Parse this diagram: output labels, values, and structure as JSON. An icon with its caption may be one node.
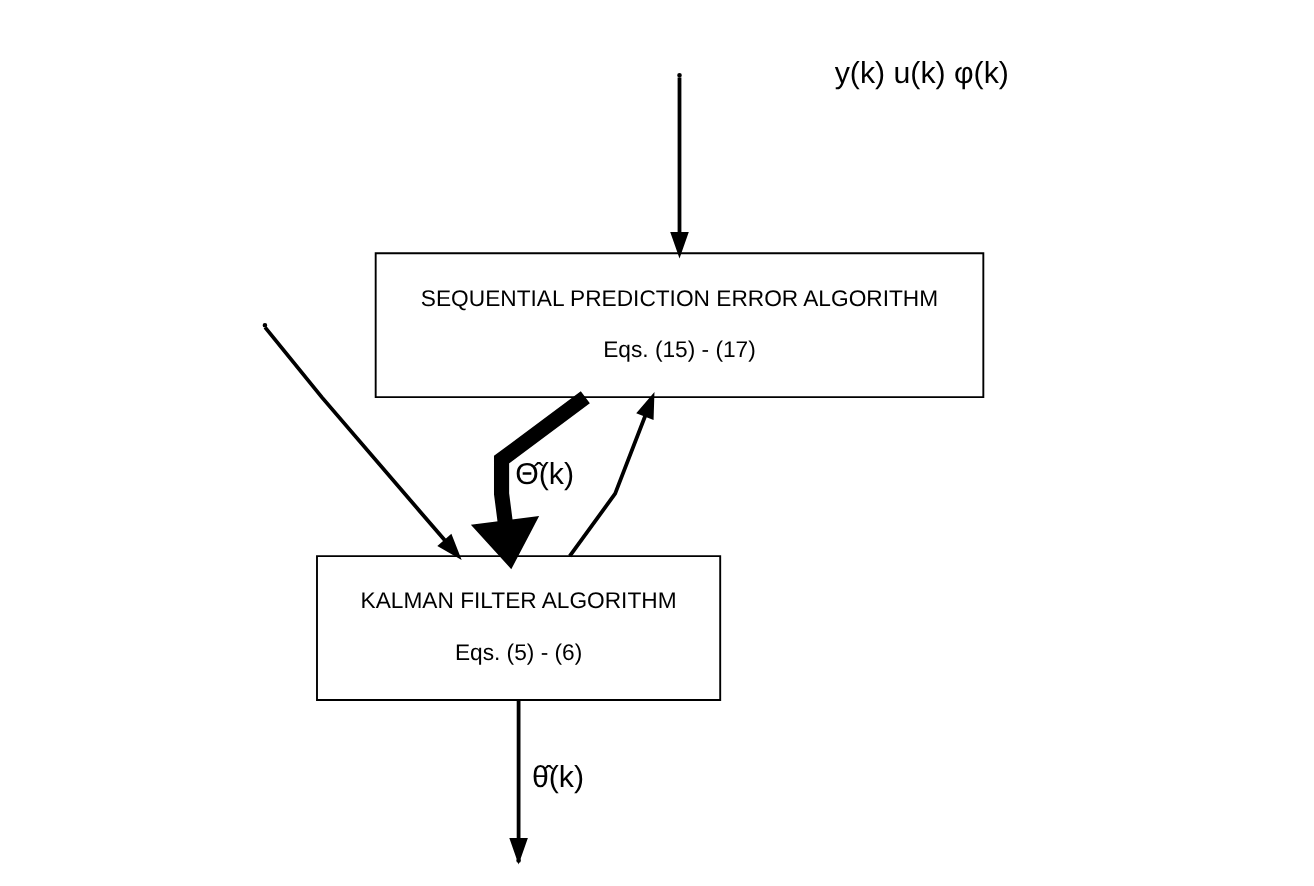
{
  "diagram": {
    "nodes": [
      {
        "text": [
          "SEQUENTIAL PREDICTION ERROR ALGORITHM",
          "Eqs. (15) - (17)"
        ]
      },
      {
        "text": [
          "KALMAN FILTER ALGORITHM",
          "Eqs. (5) - (6)"
        ]
      }
    ],
    "edges": [
      {
        "from": null,
        "to": 0,
        "arrow": "to"
      },
      {
        "from": null,
        "to": 1,
        "arrow": "to"
      },
      {
        "from": 0,
        "to": 1,
        "arrow": "to",
        "style": "thick",
        "label": "Θ̂(k)"
      },
      {
        "from": 1,
        "to": null,
        "arrow": "to",
        "label": "θ̂(k)"
      },
      {
        "from": 1,
        "to": 0,
        "arrow": "to"
      }
    ],
    "labels": [
      "y(k) u(k) φ(k)"
    ]
  }
}
